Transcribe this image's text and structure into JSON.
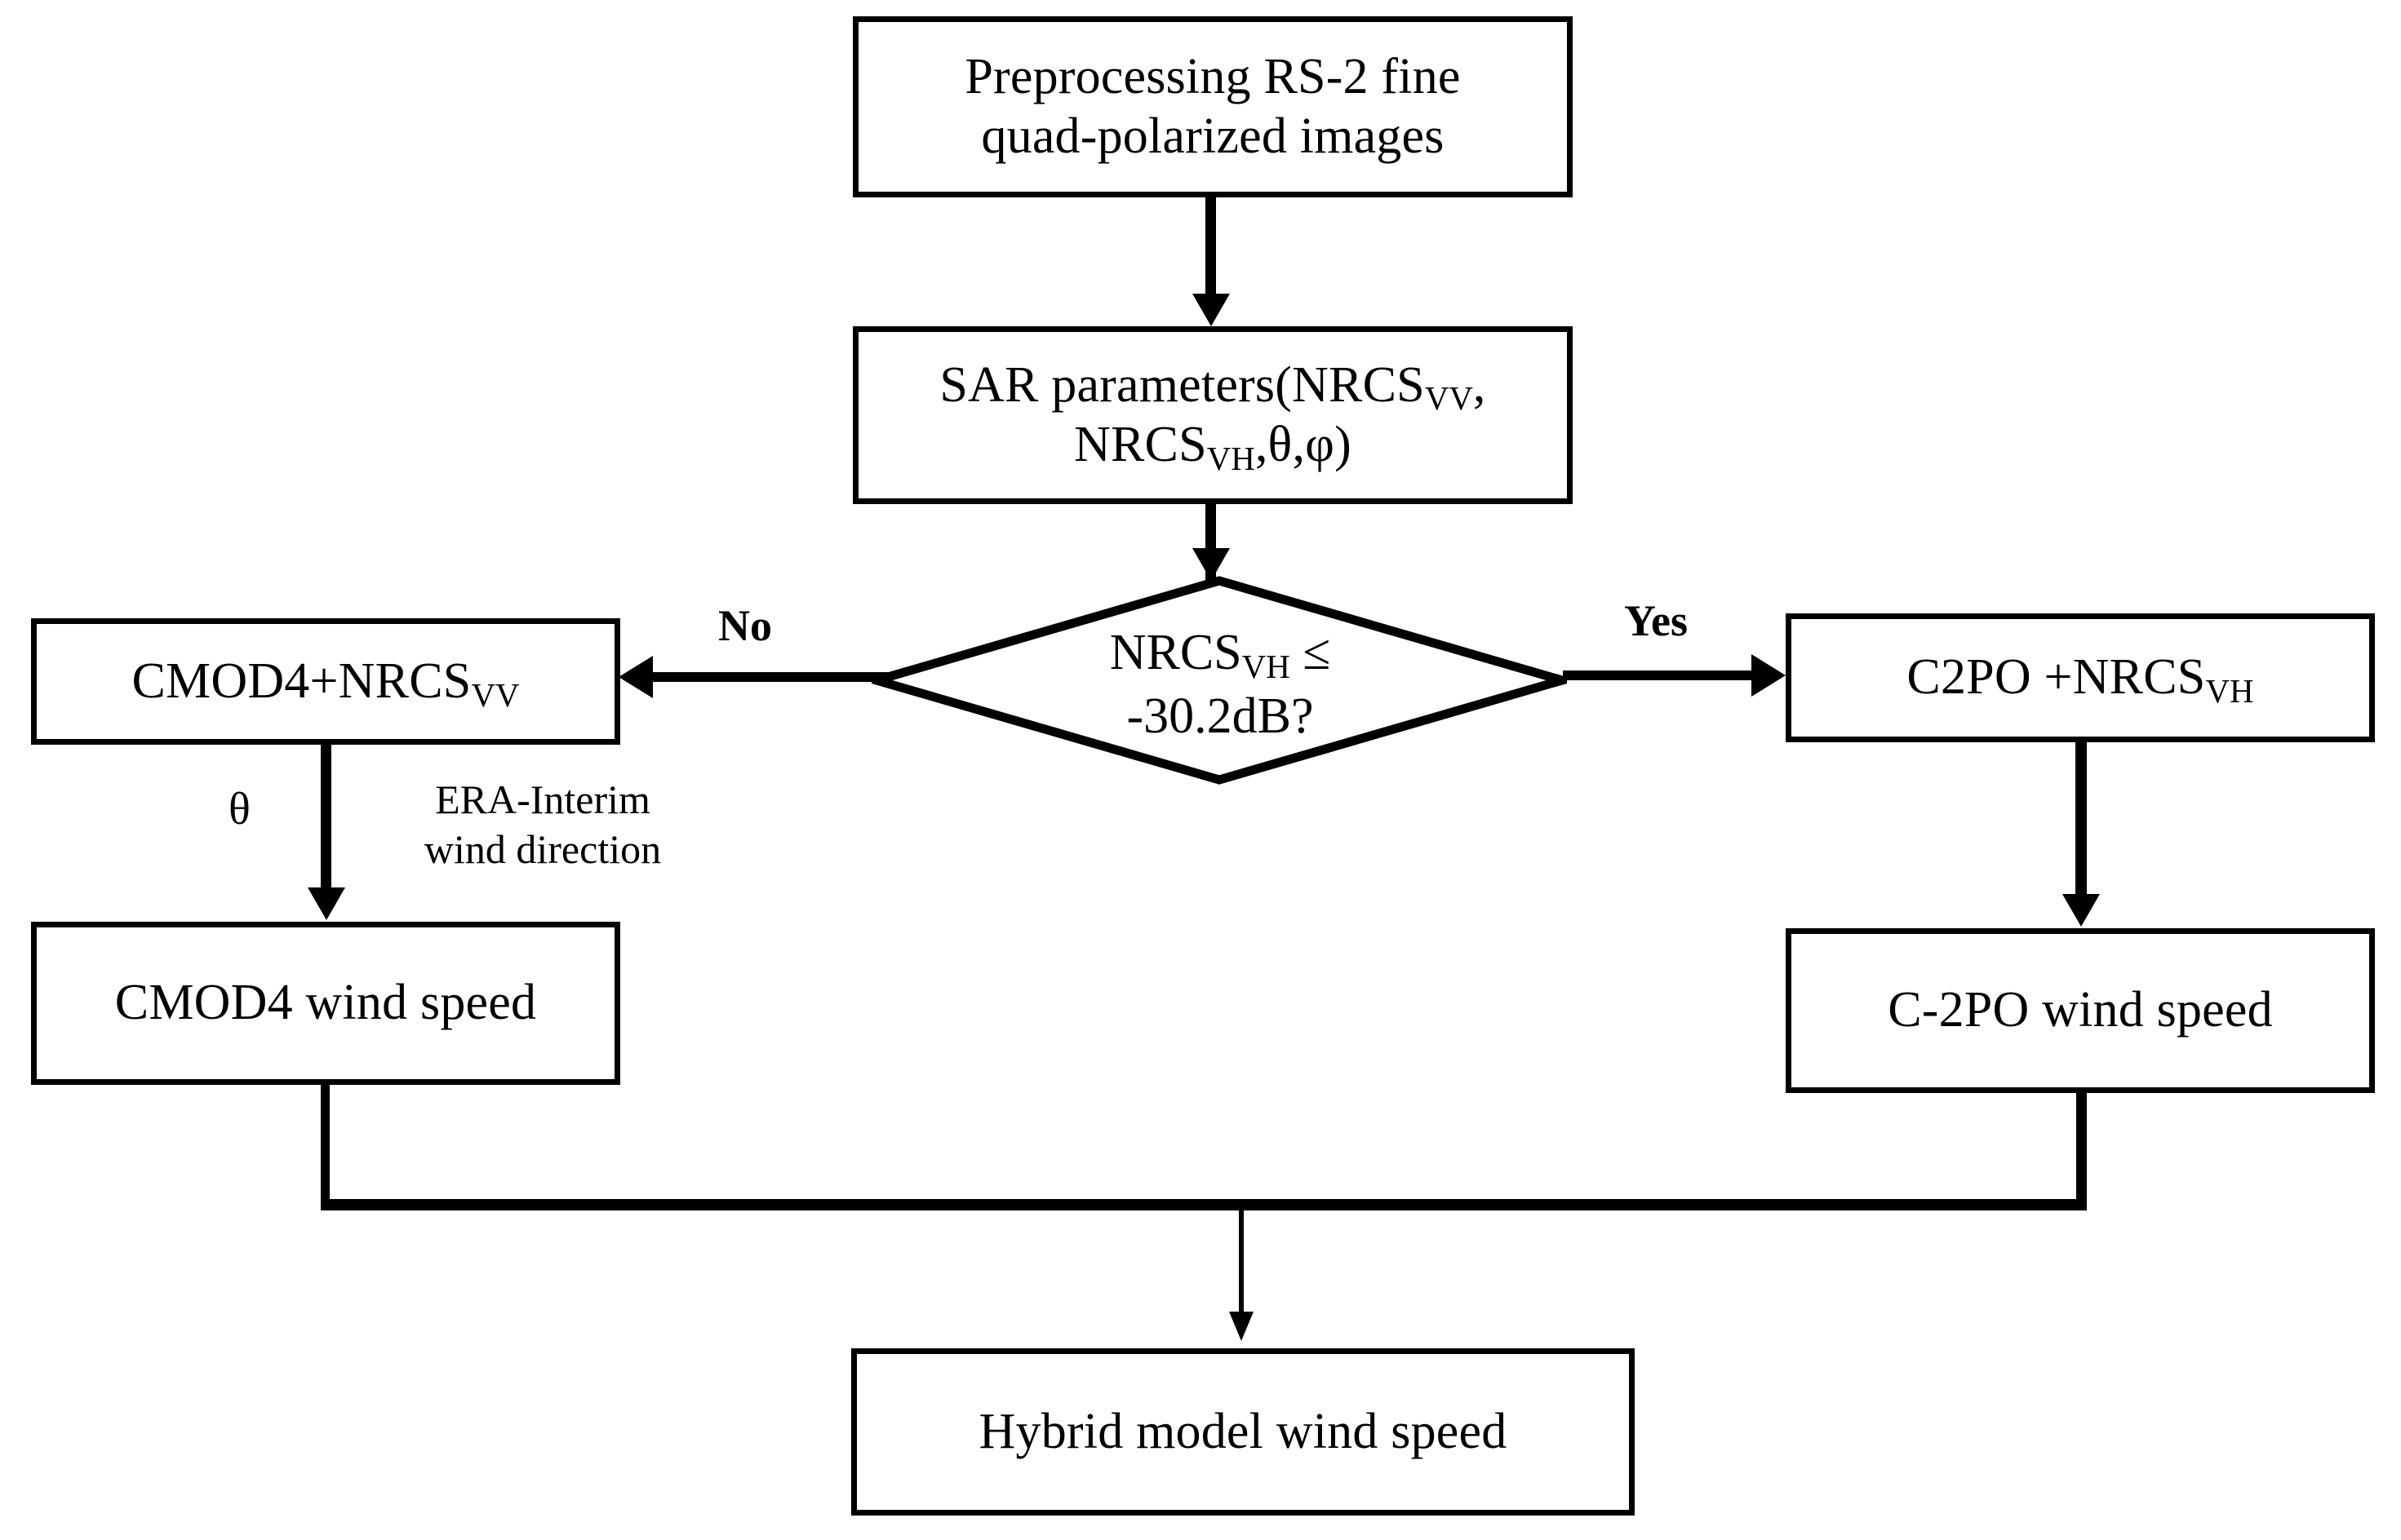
{
  "diagram": {
    "title": "Hybrid SAR wind speed retrieval flowchart",
    "type": "flowchart",
    "colors": {
      "stroke": "#000000",
      "fill": "#ffffff",
      "text": "#000000"
    }
  },
  "nodes": {
    "preprocess": {
      "shape": "process",
      "line1": "Preprocessing RS-2 fine",
      "line2": "quad-polarized images"
    },
    "sar_parameters": {
      "shape": "process",
      "line1_a": "SAR parameters(NRCS",
      "line1_sub": "VV",
      "line1_b": ",",
      "line2_a": "NRCS",
      "line2_sub": "VH",
      "line2_b": ",θ,φ)"
    },
    "decision": {
      "shape": "decision",
      "line1_a": "NRCS",
      "line1_sub": "VH",
      "line1_b": " ≤",
      "line2": "-30.2dB?"
    },
    "cmod4_select": {
      "shape": "process",
      "text_a": "CMOD4+NRCS",
      "text_sub": "VV"
    },
    "c2po_select": {
      "shape": "process",
      "text_a": "C2PO +NRCS",
      "text_sub": "VH"
    },
    "cmod4_wind_speed": {
      "shape": "process",
      "text": "CMOD4 wind speed"
    },
    "c2po_wind_speed": {
      "shape": "process",
      "text": "C-2PO wind speed"
    },
    "hybrid_wind_speed": {
      "shape": "process",
      "text": "Hybrid model wind speed"
    }
  },
  "edges": {
    "no_label": "No",
    "yes_label": "Yes",
    "theta_label": "θ",
    "era_note": "ERA-Interim\nwind direction"
  }
}
